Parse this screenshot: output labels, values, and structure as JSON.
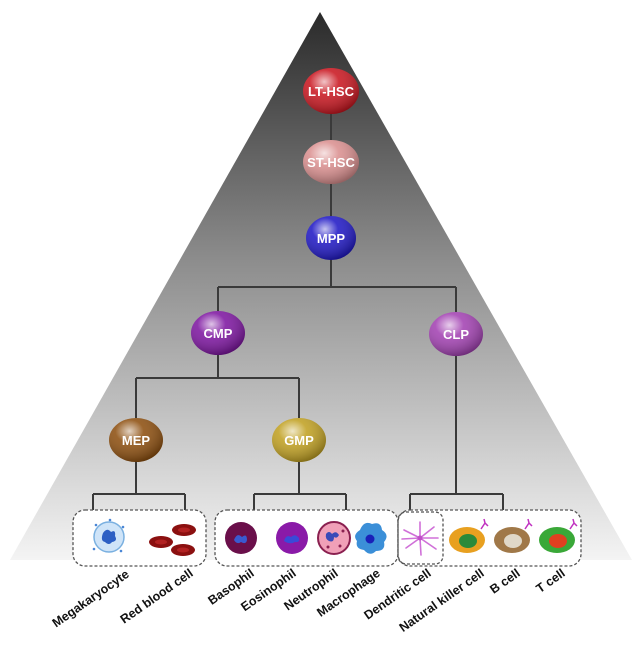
{
  "nodes": {
    "lt_hsc": {
      "label": "LT-HSC",
      "color": "#c8101a"
    },
    "st_hsc": {
      "label": "ST-HSC",
      "color": "#d98c8c"
    },
    "mpp": {
      "label": "MPP",
      "color": "#1a12c4"
    },
    "cmp": {
      "label": "CMP",
      "color": "#7a0f9e"
    },
    "clp": {
      "label": "CLP",
      "color": "#a03cb0"
    },
    "mep": {
      "label": "MEP",
      "color": "#8a4a08"
    },
    "gmp": {
      "label": "GMP",
      "color": "#bf9e1c"
    }
  },
  "cells": [
    {
      "id": "megakaryocyte",
      "label": "Megakaryocyte"
    },
    {
      "id": "red-blood-cell",
      "label": "Red blood cell"
    },
    {
      "id": "basophil",
      "label": "Basophil"
    },
    {
      "id": "eosinophil",
      "label": "Eosinophil"
    },
    {
      "id": "neutrophil",
      "label": "Neutrophil"
    },
    {
      "id": "macrophage",
      "label": "Macrophage"
    },
    {
      "id": "dendritic-cell",
      "label": "Dendritic cell"
    },
    {
      "id": "natural-killer-cell",
      "label": "Natural killer cell"
    },
    {
      "id": "b-cell",
      "label": "B cell"
    },
    {
      "id": "t-cell",
      "label": "T cell"
    }
  ]
}
